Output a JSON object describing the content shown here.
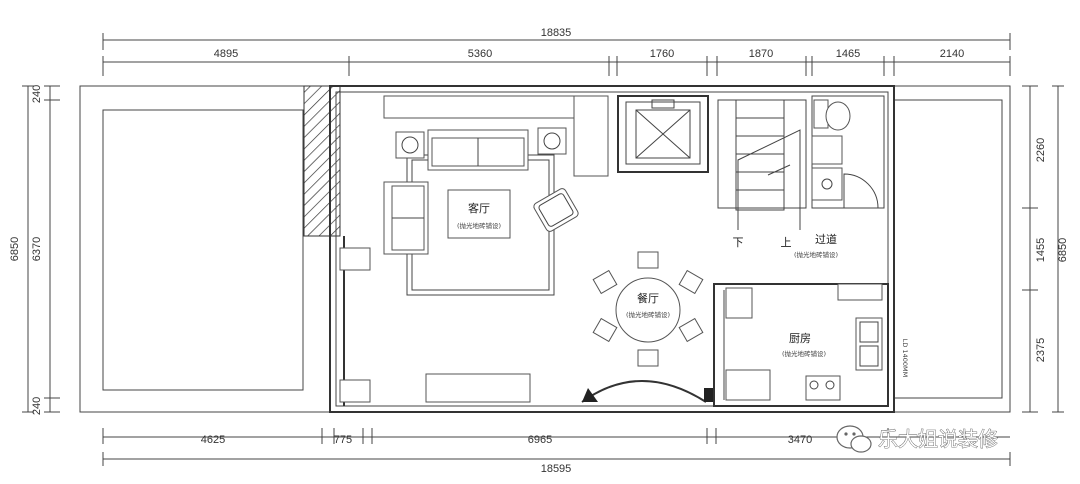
{
  "dimensions": {
    "top_total": "18835",
    "top_segments": [
      "4895",
      "5360",
      "1760",
      "1870",
      "1465",
      "2140"
    ],
    "bottom_total": "18595",
    "bottom_segments": [
      "4625",
      "775",
      "6965",
      "3470"
    ],
    "left_outer": "6850",
    "left_inner": "6370",
    "left_top": "240",
    "left_bottom": "240",
    "right_outer": "6850",
    "right_segments": [
      "2260",
      "1455",
      "2375"
    ]
  },
  "rooms": {
    "living": {
      "name": "客厅",
      "note": "(抛光地砖铺设)"
    },
    "dining": {
      "name": "餐厅",
      "note": "(抛光地砖铺设)"
    },
    "hall": {
      "name": "过道",
      "note": "(抛光地砖铺设)"
    },
    "kitchen": {
      "name": "厨房",
      "note": "(抛光地砖铺设)"
    }
  },
  "stairs": {
    "down": "下",
    "up": "上"
  },
  "vertical_note": "LD 1400MM",
  "watermark": "乐大姐说装修",
  "colors": {
    "line": "#333333",
    "wall_fill": "#222222"
  }
}
